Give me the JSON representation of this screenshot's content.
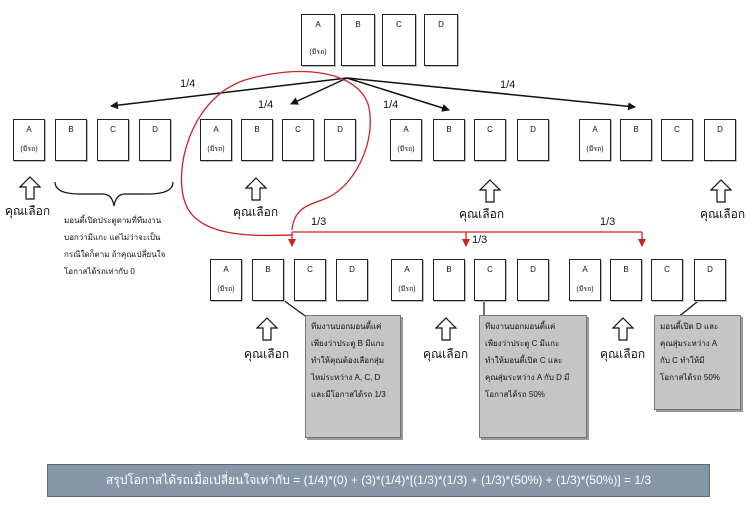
{
  "doors": {
    "top": [
      {
        "label": "A",
        "car": "(มีรถ)"
      },
      {
        "label": "B",
        "car": ""
      },
      {
        "label": "C",
        "car": ""
      },
      {
        "label": "D",
        "car": ""
      }
    ],
    "level1": [
      [
        {
          "label": "A",
          "car": "(มีรถ)"
        },
        {
          "label": "B",
          "car": ""
        },
        {
          "label": "C",
          "car": ""
        },
        {
          "label": "D",
          "car": ""
        }
      ],
      [
        {
          "label": "A",
          "car": "(มีรถ)"
        },
        {
          "label": "B",
          "car": ""
        },
        {
          "label": "C",
          "car": ""
        },
        {
          "label": "D",
          "car": ""
        }
      ],
      [
        {
          "label": "A",
          "car": "(มีรถ)"
        },
        {
          "label": "B",
          "car": ""
        },
        {
          "label": "C",
          "car": ""
        },
        {
          "label": "D",
          "car": ""
        }
      ],
      [
        {
          "label": "A",
          "car": "(มีรถ)"
        },
        {
          "label": "B",
          "car": ""
        },
        {
          "label": "C",
          "car": ""
        },
        {
          "label": "D",
          "car": ""
        }
      ]
    ],
    "level2": [
      [
        {
          "label": "A",
          "car": "(มีรถ)"
        },
        {
          "label": "B",
          "car": ""
        },
        {
          "label": "C",
          "car": ""
        },
        {
          "label": "D",
          "car": ""
        }
      ],
      [
        {
          "label": "A",
          "car": "(มีรถ)"
        },
        {
          "label": "B",
          "car": ""
        },
        {
          "label": "C",
          "car": ""
        },
        {
          "label": "D",
          "car": ""
        }
      ],
      [
        {
          "label": "A",
          "car": "(มีรถ)"
        },
        {
          "label": "B",
          "car": ""
        },
        {
          "label": "C",
          "car": ""
        },
        {
          "label": "D",
          "car": ""
        }
      ]
    ]
  },
  "probabilities": {
    "level1": [
      "1/4",
      "1/4",
      "1/4",
      "1/4"
    ],
    "level2": [
      "1/3",
      "1/3",
      "1/3"
    ]
  },
  "pick_label": "คุณเลือก",
  "note_left": [
    "มอนตี้เปิดประตูตามที่ทีมงาน",
    "บอกว่ามีแกะ แต่ไม่ว่าจะเป็น",
    "กรณีใดก็ตาม ถ้าคุณเปลี่ยนใจ",
    "โอกาสได้รถเท่ากับ 0"
  ],
  "callouts": [
    [
      "ทีมงานบอกมอนตี้แค่",
      "เพียงว่าประตู B มีแกะ",
      "ทำให้คุณต้องเลือกสุ่ม",
      "ไหม่ระหว่าง A, C, D",
      "และมีโอกาสได้รถ 1/3"
    ],
    [
      "ทีมงานบอกมอนตี้แค่",
      "เพียงว่าประตู C มีแกะ",
      "ทำให้มอนตี้เปิด C และ",
      "คุณสุ่มระหว่าง A กับ D มี",
      "โอกาสได้รถ 50%"
    ],
    [
      "มอนตี้เปิด D และ",
      "คุณสุ่มระหว่าง A",
      "กับ C ทำให้มี",
      "โอกาสได้รถ 50%"
    ]
  ],
  "summary": "สรุปโอกาสได้รถเมื่อเปลี่ยนใจเท่ากับ = (1/4)*(0) + (3)*(1/4)*[(1/3)*(1/3) + (1/3)*(50%) + (1/3)*(50%)] = 1/3",
  "colors": {
    "tree_lines": "#111111",
    "branch_lines": "#cc2222",
    "callout_bg": "#c5c5c5",
    "summary_bg": "#8796a8"
  }
}
